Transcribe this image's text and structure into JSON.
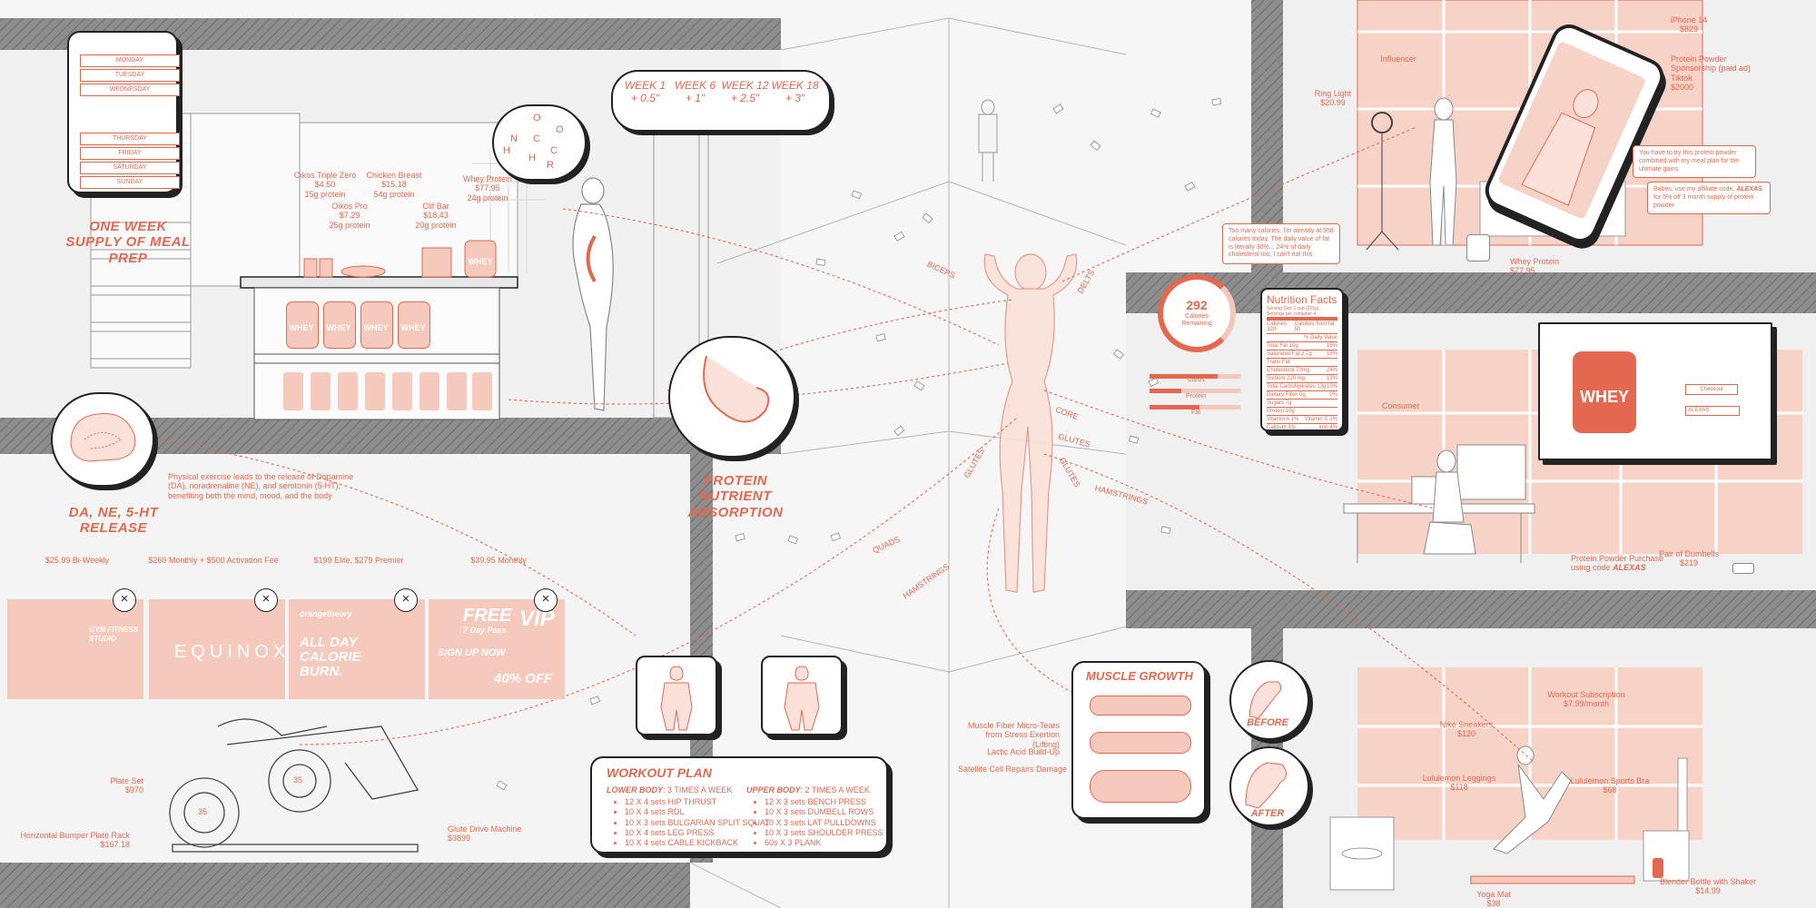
{
  "meal_prep": {
    "days_top": [
      "MONDAY",
      "TUESDAY",
      "WEDNESDAY"
    ],
    "days_bottom": [
      "THURSDAY",
      "FRIDAY",
      "SATURDAY",
      "SUNDAY"
    ],
    "title": "ONE WEEK SUPPLY OF MEAL PREP"
  },
  "kitchen_items": [
    {
      "name": "Oikos Triple Zero",
      "price": "$4.50",
      "protein": "15g protein"
    },
    {
      "name": "Oikos Pro",
      "price": "$7.29",
      "protein": "25g protein"
    },
    {
      "name": "Chicken Breast",
      "price": "$15.18",
      "protein": "54g protein"
    },
    {
      "name": "Clif Bar",
      "price": "$18.43",
      "protein": "20g protein"
    },
    {
      "name": "Whey Protein",
      "price": "$77.95",
      "protein": "24g protein"
    }
  ],
  "jar_label": "WHEY",
  "molecule_atoms": [
    "O",
    "O",
    "N",
    "C",
    "C",
    "H",
    "H",
    "R"
  ],
  "weeks": [
    {
      "label": "WEEK 1",
      "value": "+ 0.5\""
    },
    {
      "label": "WEEK 6",
      "value": "+ 1\""
    },
    {
      "label": "WEEK 12",
      "value": "+ 2.5\""
    },
    {
      "label": "WEEK 18",
      "value": "+ 3\""
    }
  ],
  "brain": {
    "title": "DA, NE, 5-HT RELEASE",
    "text": "Physical exercise leads to the release of Dopamine (DA), noradrenaline (NE), and serotonin (5-HT), benefiting both the mind, mood, and the body"
  },
  "protein_absorption": "PROTEIN NUTRIENT ABSORPTION",
  "gym_ads": [
    {
      "price": "$25.99 Bi-Weekly",
      "line1": "GYM FITNESS",
      "line2": "STUDIO",
      "line3": ""
    },
    {
      "price": "$260 Monthly + $500 Activation Fee",
      "line1": "EQUINOX",
      "line2": "",
      "line3": ""
    },
    {
      "price": "$199 Elite, $279 Premier",
      "line1": "ALL DAY",
      "line2": "CALORIE",
      "line3": "BURN."
    },
    {
      "price": "$39.95 Monthly",
      "line1": "FREE",
      "line2": "VIP",
      "line3": "40% OFF"
    }
  ],
  "ad_extra": {
    "orange_brand": "orangetheory",
    "free_sub": "7 Day Pass",
    "signup": "SIGN UP NOW"
  },
  "gym_equipment": [
    {
      "name": "Plate Set",
      "price": "$970"
    },
    {
      "name": "Horizontal Bumper Plate Rack",
      "price": "$167.18"
    },
    {
      "name": "Glute Drive Machine",
      "price": "$3899"
    }
  ],
  "plate_label": "35",
  "workout_plan": {
    "title": "WORKOUT PLAN",
    "lower_title": "LOWER BODY",
    "lower_freq": ": 3 TIMES A WEEK",
    "lower": [
      "12 X 4 sets HIP THRUST",
      "10 X 4 sets RDL",
      "10 X 3 sets BULGARIAN SPLIT SQUAT",
      "10 X 4 sets LEG PRESS",
      "10 X 4 sets CABLE KICKBACK"
    ],
    "upper_title": "UPPER BODY",
    "upper_freq": ": 2 TIMES A WEEK",
    "upper": [
      "12 X 3 sets BENCH PRESS",
      "10 X 3 sets DUMBELL ROWS",
      "10 X 3 sets LAT PULLDOWNS",
      "10 X 3 sets SHOULDER PRESS",
      "60s X 3 PLANK"
    ]
  },
  "muscles": [
    "BICEPS",
    "DELTS",
    "CORE",
    "GLUTES",
    "GLUTES",
    "GLUTES",
    "HAMSTRINGS",
    "QUADS",
    "HAMSTRINGS"
  ],
  "calories": {
    "number": "292",
    "unit": "Calories",
    "sub": "Remaining",
    "macros": [
      {
        "name": "Carbs",
        "fill": 0.75
      },
      {
        "name": "Protein",
        "fill": 0.35
      },
      {
        "name": "Fat",
        "fill": 0.55
      }
    ],
    "bubble": "Too many calories, I'm already at 958 calories today. The daily value of fat is literally 30%... 24% of daily cholesterol too, I can't eat this"
  },
  "nutrition": {
    "title": "Nutrition Facts",
    "serving1": "Serving Size 1 cup (255g)",
    "serving2": "Servings per container 4",
    "calories": "Calories 320",
    "calories_fat": "Calories from fat 50",
    "dv": "% Daily Value",
    "rows": [
      {
        "k": "Total Fat 10g",
        "v": "15%"
      },
      {
        "k": "Saturated Fat 2.7g",
        "v": "13%"
      },
      {
        "k": "Trans Fat",
        "v": ""
      },
      {
        "k": "Cholesterol 70mg",
        "v": "24%"
      },
      {
        "k": "Sodium 210 mg",
        "v": "13%"
      },
      {
        "k": "Total Carbohydrates 13g",
        "v": "10%"
      },
      {
        "k": "Dietary Fiber 0g",
        "v": "0%"
      },
      {
        "k": "Sugars 7g",
        "v": ""
      },
      {
        "k": "Protein 10g",
        "v": ""
      },
      {
        "k": "Vitamin A 1%",
        "v": "Vitamin C 1%"
      },
      {
        "k": "Calcium 3%",
        "v": "Iron 4%"
      }
    ]
  },
  "influencer": {
    "label": "Influencer",
    "ring_light": "Ring Light",
    "ring_price": "$20.99",
    "iphone": "iPhone 14",
    "iphone_price": "$829",
    "sponsor": "Protein Powder Sponsorship (paid ad) Tiktok",
    "sponsor_price": "$2000",
    "whey": "Whey Protein",
    "whey_price": "$77.95",
    "chat1": "You have to try this protein powder combined with my meal plan for the ultimate gains",
    "chat2_a": "Babes, use my affiliate code, ",
    "chat2_code": "ALEXAS",
    "chat2_b": " for 5% off 3 month supply of protein powder"
  },
  "consumer": {
    "label": "Consumer",
    "purchase": "Protein Powder Purchase using code",
    "code": "ALEXAS",
    "dumbbells": "Pair of Dumbells",
    "dumbbells_price": "$219",
    "checkout": "Checkout"
  },
  "muscle_growth": {
    "title": "MUSCLE GROWTH",
    "steps": [
      "Muscle Fiber Micro-Tears from Stress Exertion (Lifting)",
      "Lactic Acid Build-Up",
      "Satellite Cell Repairs Damage"
    ],
    "before": "BEFORE",
    "after": "AFTER"
  },
  "yoga": {
    "subscription": "Workout Subscription",
    "subscription_price": "$7.99/month",
    "sneakers": "Nike Sneakers",
    "sneakers_price": "$120",
    "leggings": "Lululemon Leggings",
    "leggings_price": "$118",
    "bra": "Lululemon Sports Bra",
    "bra_price": "$68",
    "blender": "Blender Bottle with Shaker",
    "blender_price": "$14.99",
    "mat": "Yoga Mat",
    "mat_price": "$38"
  },
  "colors": {
    "accent": "#e4684f",
    "tint": "#f6c9bd",
    "wall": "#8a8a8a",
    "ink": "#222222"
  }
}
